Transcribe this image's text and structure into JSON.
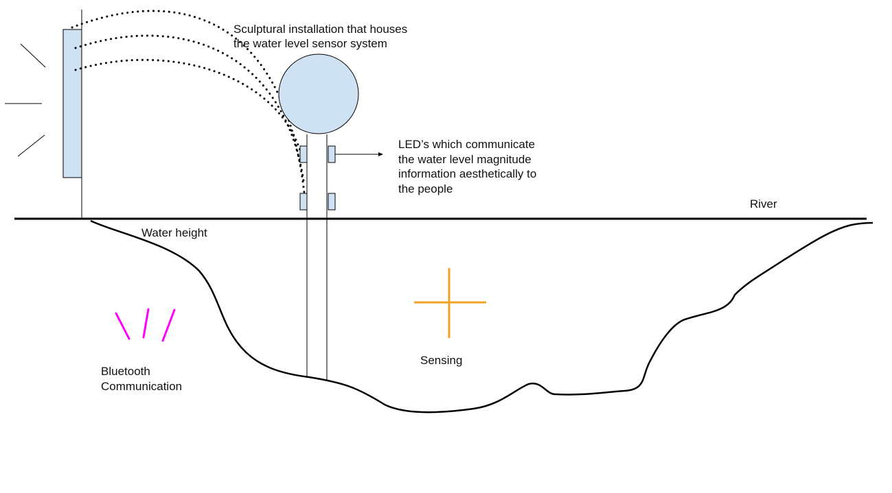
{
  "labels": {
    "sculpture_line1": "Sculptural installation that houses",
    "sculpture_line2": "the water level sensor system",
    "led_line1": "LED’s which communicate",
    "led_line2": "the water level magnitude",
    "led_line3": "information aesthetically to",
    "led_line4": "the people",
    "river": "River",
    "water_height": "Water height",
    "bluetooth_line1": "Bluetooth",
    "bluetooth_line2": "Communication",
    "sensing": "Sensing"
  },
  "colors": {
    "fill": "#cfe2f3",
    "stroke": "#000000",
    "bluetooth": "#ff00ff",
    "sensing": "#f1a11f"
  }
}
